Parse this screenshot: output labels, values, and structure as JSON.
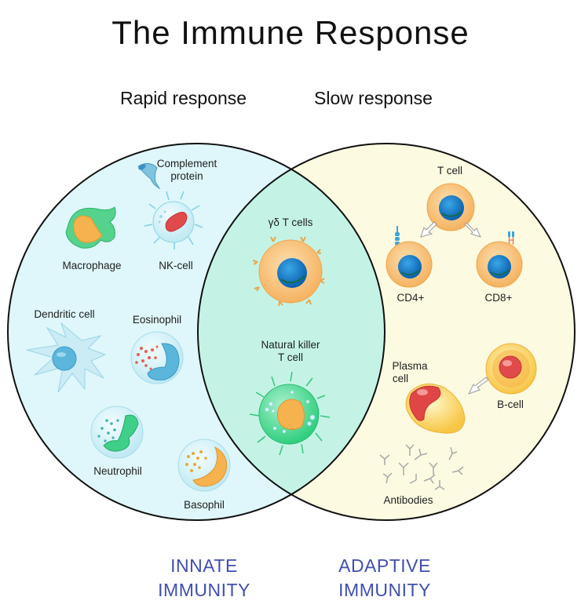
{
  "title": "The Immune Response",
  "subtitles": {
    "left": "Rapid response",
    "right": "Slow response"
  },
  "colors": {
    "innate_fill": "#dff7fa",
    "adaptive_fill": "#fcfbe2",
    "overlap_fill": "#c4f3e6",
    "outline": "#111111",
    "footer_text": "#3f4fb0"
  },
  "sets": {
    "innate": {
      "name": "INNATE IMMUNITY",
      "line1": "INNATE",
      "line2": "IMMUNITY",
      "cells": [
        {
          "label": "Complement protein",
          "line1": "Complement",
          "line2": "protein",
          "icon": "complement-protein-icon"
        },
        {
          "label": "Macrophage",
          "icon": "macrophage-icon"
        },
        {
          "label": "NK-cell",
          "icon": "nk-cell-icon"
        },
        {
          "label": "Dendritic cell",
          "icon": "dendritic-cell-icon"
        },
        {
          "label": "Eosinophil",
          "icon": "eosinophil-icon"
        },
        {
          "label": "Neutrophil",
          "icon": "neutrophil-icon"
        },
        {
          "label": "Basophil",
          "icon": "basophil-icon"
        }
      ]
    },
    "overlap": {
      "cells": [
        {
          "label": "γδ T cells",
          "icon": "gamma-delta-t-cell-icon"
        },
        {
          "label": "Natural killer T cell",
          "line1": "Natural killer",
          "line2": "T cell",
          "icon": "nkt-cell-icon"
        }
      ]
    },
    "adaptive": {
      "name": "ADAPTIVE IMMUNITY",
      "line1": "ADAPTIVE",
      "line2": "IMMUNITY",
      "cells": [
        {
          "label": "T cell",
          "icon": "t-cell-icon"
        },
        {
          "label": "CD4+",
          "icon": "cd4-t-cell-icon"
        },
        {
          "label": "CD8+",
          "icon": "cd8-t-cell-icon"
        },
        {
          "label": "Plasma cell",
          "line1": "Plasma",
          "line2": "cell",
          "icon": "plasma-cell-icon"
        },
        {
          "label": "B-cell",
          "icon": "b-cell-icon"
        },
        {
          "label": "Antibodies",
          "icon": "antibodies-icon"
        }
      ],
      "relations": [
        {
          "from": "T cell",
          "to": "CD4+"
        },
        {
          "from": "T cell",
          "to": "CD8+"
        },
        {
          "from": "B-cell",
          "to": "Plasma cell"
        }
      ]
    }
  }
}
